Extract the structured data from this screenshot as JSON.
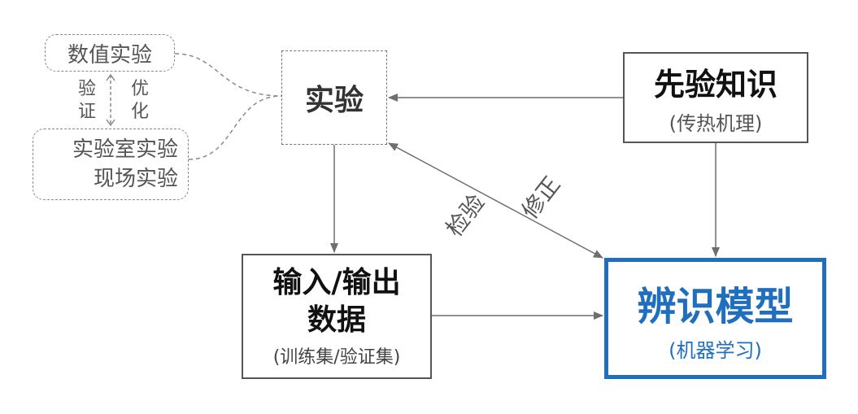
{
  "numeric_experiment": "数值实验",
  "lab_experiment": "实验室实验",
  "field_experiment": "现场实验",
  "verify_label": [
    "验",
    "证"
  ],
  "optimize_label": [
    "优",
    "化"
  ],
  "experiment": "实验",
  "prior_knowledge": {
    "title": "先验知识",
    "subtitle": "(传热机理)"
  },
  "io_data": {
    "title_line1": "输入/输出",
    "title_line2": "数据",
    "subtitle": "(训练集/验证集)"
  },
  "model": {
    "title": "辨识模型",
    "subtitle": "(机器学习)"
  },
  "check_label": "检验",
  "fix_label": "修正",
  "colors": {
    "model_border": "#1f6fbe",
    "box_border": "#555555",
    "line": "#6e6e6e",
    "dashed": "#8a8a8a"
  }
}
